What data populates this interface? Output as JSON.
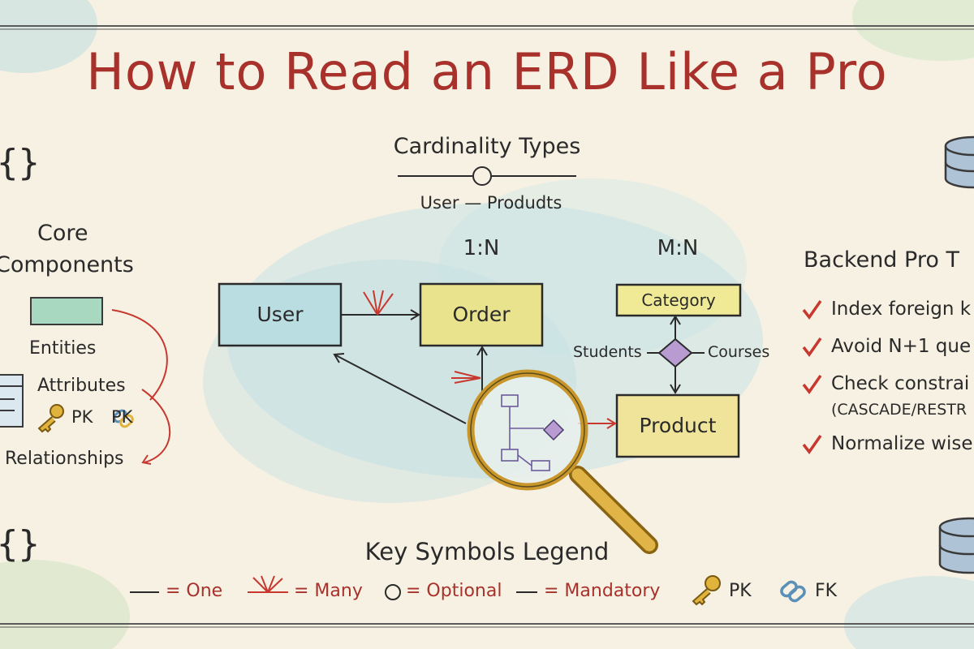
{
  "title": "How to Read an ERD Like a Pro",
  "cardinality": {
    "title": "Cardinality Types",
    "example": "User — Produdts",
    "one_to_many": "1:N",
    "many_to_many": "M:N"
  },
  "core": {
    "title_line1": "Core",
    "title_line2": "Components",
    "entities": "Entities",
    "attributes": "Attributes",
    "pk": "PK",
    "pk2": "PK",
    "relationships": "Relationships"
  },
  "diagram": {
    "user": "User",
    "order": "Order",
    "category": "Category",
    "product": "Product",
    "students": "Students",
    "courses": "Courses"
  },
  "tips": {
    "title": "Backend Pro T",
    "items": [
      "Index foreign k",
      "Avoid N+1 que",
      "Check constrai",
      "Normalize wise"
    ],
    "check_sub": "(CASCADE/RESTR",
    "check_mark": "✓"
  },
  "legend": {
    "title": "Key Symbols Legend",
    "one": "= One",
    "many": "= Many",
    "optional": "= Optional",
    "mandatory": "= Mandatory",
    "pk": "PK",
    "fk": "FK"
  },
  "colors": {
    "title": "#a8322b",
    "user_fill": "#b9dde0",
    "order_fill": "#e9e38e",
    "category_fill": "#f0ea96",
    "product_fill": "#efe49a",
    "diamond": "#b79bd1",
    "check": "#c7382f",
    "key": "#e0b33c",
    "link": "#5a8fb8"
  }
}
